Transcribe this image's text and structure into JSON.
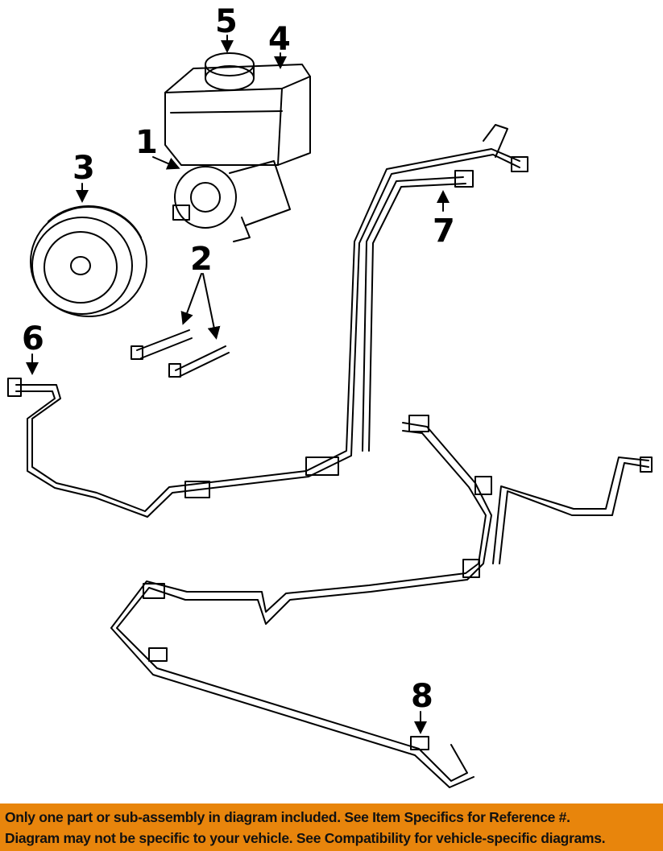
{
  "callouts": {
    "c1": "1",
    "c2": "2",
    "c3": "3",
    "c4": "4",
    "c5": "5",
    "c6": "6",
    "c7": "7",
    "c8": "8"
  },
  "banner": {
    "line1": "Only one part or sub-assembly in diagram included. See Item Specifics for Reference #.",
    "line2": "Diagram may not be specific to your vehicle. See Compatibility for vehicle-specific diagrams."
  },
  "colors": {
    "banner": "#E8850C"
  }
}
